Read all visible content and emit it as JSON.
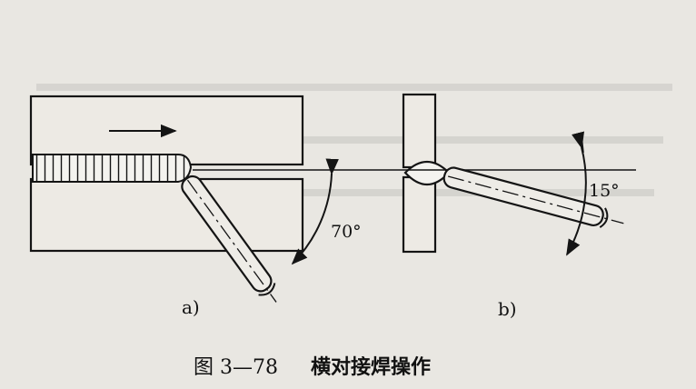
{
  "figure": {
    "label_a": "a)",
    "label_b": "b)",
    "angle_a": "70°",
    "angle_b": "15°",
    "caption_number": "图 3—78",
    "caption_title": "横对接焊操作"
  },
  "colors": {
    "ink": "#141414",
    "paper": "#e9e7e2",
    "bead": "#f4f3ef"
  }
}
